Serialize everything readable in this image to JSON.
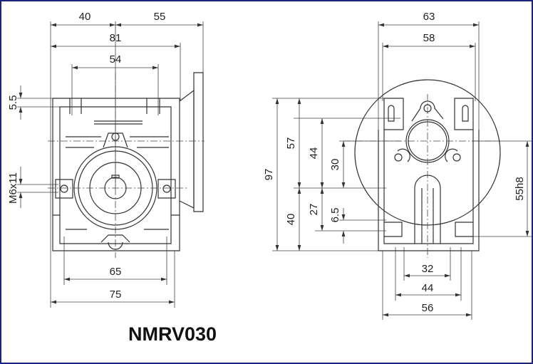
{
  "title": "NMRV030",
  "front_view": {
    "dims": {
      "d40": "40",
      "d55": "55",
      "d81": "81",
      "d54": "54",
      "d5_5": "5.5",
      "m6x11": "M6x11",
      "d65": "65",
      "d75": "75"
    }
  },
  "side_view": {
    "dims": {
      "d63": "63",
      "d58": "58",
      "d97": "97",
      "d57": "57",
      "d44v": "44",
      "d30": "30",
      "d40": "40",
      "d27": "27",
      "d6_5": "6.5",
      "d55h8": "55h8",
      "d32": "32",
      "d44h": "44",
      "d56": "56"
    }
  },
  "colors": {
    "border": "#1a237e",
    "line": "#333333"
  }
}
